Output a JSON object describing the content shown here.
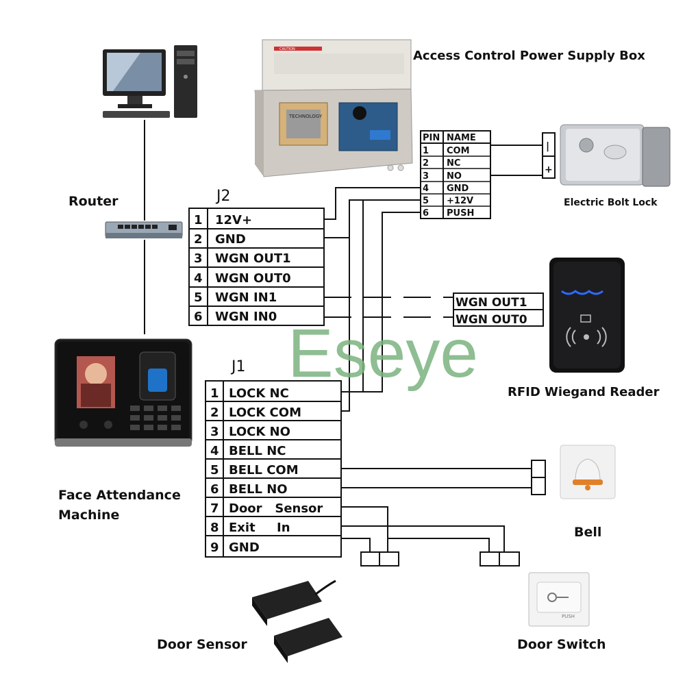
{
  "labels": {
    "power_box": "Access Control Power Supply Box",
    "router": "Router",
    "bolt_lock": "Electric Bolt Lock",
    "rfid": "RFID Wiegand Reader",
    "face_machine_l1": "Face Attendance",
    "face_machine_l2": "Machine",
    "bell": "Bell",
    "door_sensor": "Door Sensor",
    "door_switch": "Door Switch",
    "watermark": "Eseye",
    "j1": "J1",
    "j2": "J2",
    "lock_minus": "|",
    "lock_plus": "+",
    "box_caution": "CAUTION",
    "box_transformer": "TECHNOLOGY",
    "switch_push": "PUSH"
  },
  "power_table": {
    "header": [
      "PIN",
      "NAME"
    ],
    "rows": [
      [
        "1",
        "COM"
      ],
      [
        "2",
        "NC"
      ],
      [
        "3",
        "NO"
      ],
      [
        "4",
        "GND"
      ],
      [
        "5",
        "+12V"
      ],
      [
        "6",
        "PUSH"
      ]
    ]
  },
  "j2": [
    [
      "1",
      "12V+"
    ],
    [
      "2",
      "GND"
    ],
    [
      "3",
      "WGN  OUT1"
    ],
    [
      "4",
      "WGN  OUT0"
    ],
    [
      "5",
      "WGN  IN1"
    ],
    [
      "6",
      "WGN  IN0"
    ]
  ],
  "j1": [
    [
      "1",
      "LOCK NC"
    ],
    [
      "2",
      "LOCK COM"
    ],
    [
      "3",
      "LOCK NO"
    ],
    [
      "4",
      "BELL  NC"
    ],
    [
      "5",
      "BELL  COM"
    ],
    [
      "6",
      "BELL  NO"
    ],
    [
      "7",
      "Door   Sensor"
    ],
    [
      "8",
      "Exit     In"
    ],
    [
      "9",
      "GND"
    ]
  ],
  "reader_pins": [
    "WGN  OUT1",
    "WGN  OUT0"
  ]
}
